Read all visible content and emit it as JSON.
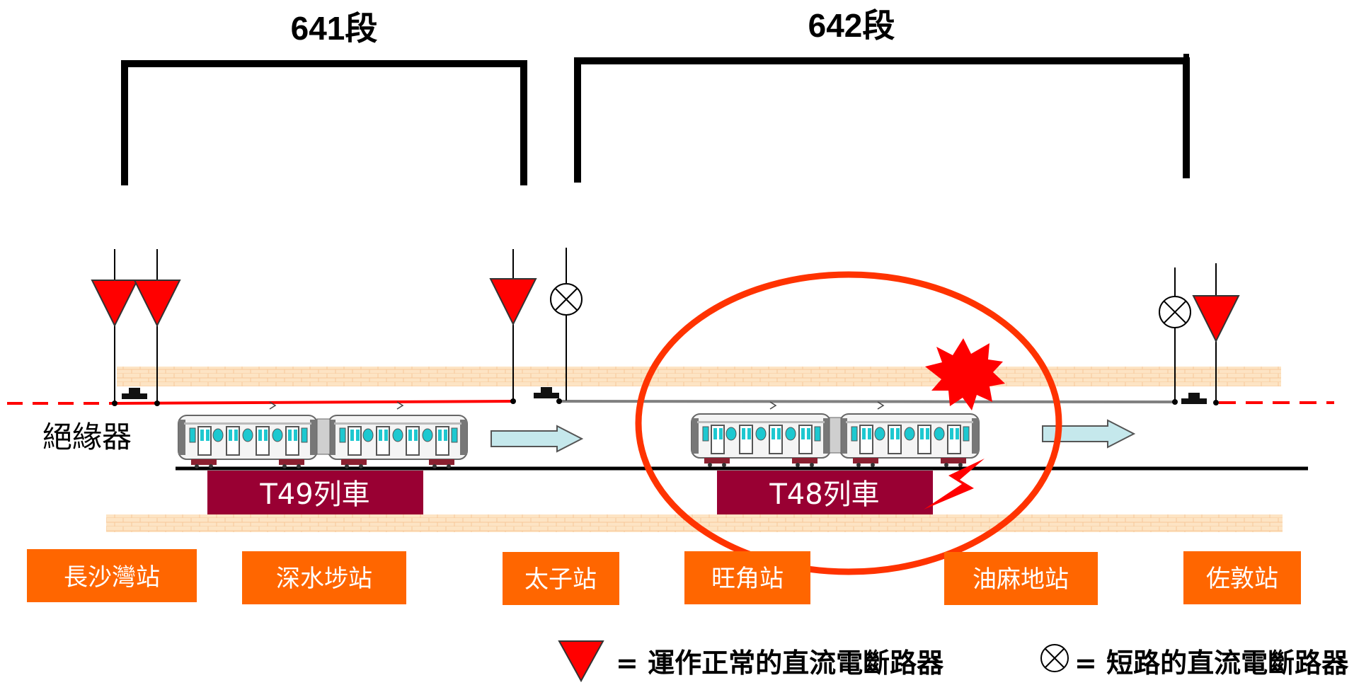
{
  "sections": [
    {
      "id": "641",
      "label": "641段"
    },
    {
      "id": "642",
      "label": "642段"
    }
  ],
  "insulator_label": "絕緣器",
  "trains": [
    {
      "id": "T49",
      "label": "T49列車"
    },
    {
      "id": "T48",
      "label": "T48列車"
    }
  ],
  "stations": [
    "長沙灣站",
    "深水埗站",
    "太子站",
    "旺角站",
    "油麻地站",
    "佐敦站"
  ],
  "legend": {
    "normal_breaker": "= 運作正常的直流電斷路器",
    "tripped_breaker": "= 短路的直流電斷路器"
  },
  "colors": {
    "normal_breaker": "#ff0000",
    "live_rail": "#ff0000",
    "dead_rail": "#808080",
    "station_box": "#ff6600",
    "train_label_box": "#990033",
    "fault_circle": "#ff3300",
    "arrow_fill": "#c5e8ec",
    "platform": "#fde4c4"
  }
}
